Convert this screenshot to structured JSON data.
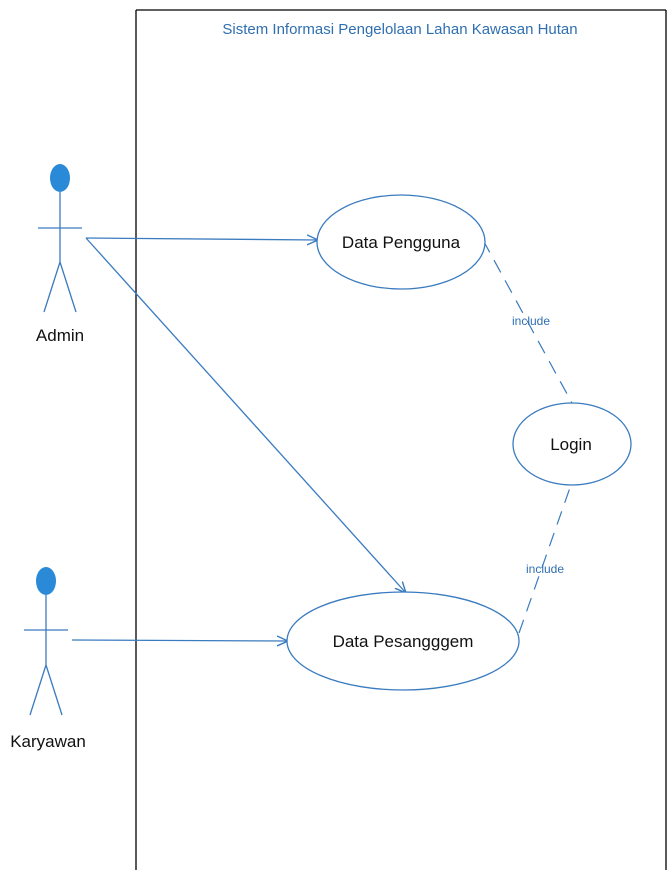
{
  "system": {
    "title": "Sistem Informasi Pengelolaan Lahan Kawasan Hutan"
  },
  "actors": [
    {
      "id": "admin",
      "name": "Admin"
    },
    {
      "id": "karyawan",
      "name": "Karyawan"
    }
  ],
  "use_cases": [
    {
      "id": "data-pengguna",
      "name": "Data Pengguna"
    },
    {
      "id": "login",
      "name": "Login"
    },
    {
      "id": "data-pesanggem",
      "name": "Data Pesangggem"
    }
  ],
  "relations": [
    {
      "from": "admin",
      "to": "data-pengguna",
      "type": "association"
    },
    {
      "from": "admin",
      "to": "data-pesanggem",
      "type": "association"
    },
    {
      "from": "karyawan",
      "to": "data-pesanggem",
      "type": "association"
    },
    {
      "from": "data-pengguna",
      "to": "login",
      "type": "include",
      "label": "include"
    },
    {
      "from": "data-pesanggem",
      "to": "login",
      "type": "include",
      "label": "include"
    }
  ],
  "colors": {
    "line": "#3a7bbf",
    "actor_head": "#2b8ad8",
    "boundary": "#000000",
    "title": "#2f6fb0"
  }
}
